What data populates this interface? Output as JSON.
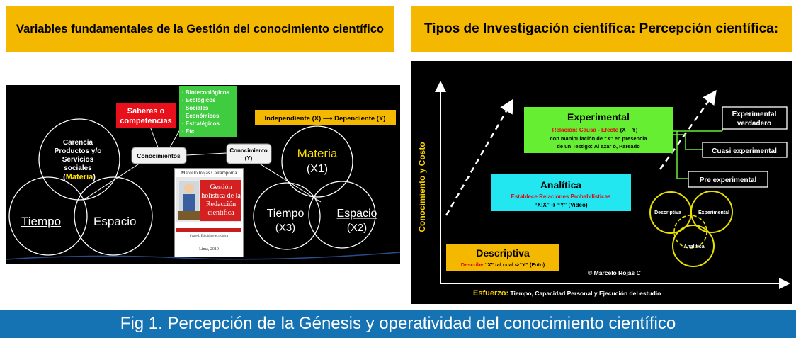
{
  "left_panel": {
    "header": "Variables fundamentales de la Gestión del conocimiento científico",
    "saberes_label": [
      "Saberes o",
      "competencias"
    ],
    "list_items": [
      "· Biotecnológicos",
      "· Ecológicos",
      "· Sociales",
      "· Económicos",
      "· Estratégicos",
      "· Etc."
    ],
    "relation_label": "Independiente (X) ⟶ Dependiente (Y)",
    "conocimientos_label": "Conocimientos",
    "conocimiento_y_label": [
      "Conocimiento",
      "(Y)"
    ],
    "left_circle_top": [
      "Carencia",
      "Productos y/o",
      "Servicios",
      "sociales"
    ],
    "materia_paren": [
      "(",
      "Materia",
      ")"
    ],
    "tiempo_left": "Tiempo",
    "espacio_left": "Espacio",
    "materia_right": [
      "Materia",
      "(X1)"
    ],
    "tiempo_right": [
      "Tiempo",
      "(X3)"
    ],
    "espacio_right": [
      "Espacio",
      "(X2)"
    ],
    "book": {
      "author": "Marcelo Rojas Cairampoma",
      "title": "Gestión holística de la Redacción científica",
      "edition": "8va ed. Edición electrónica",
      "place": "Lima, 2019"
    }
  },
  "right_panel": {
    "header": "Tipos de Investigación científica: Percepción científica:",
    "y_axis_label": "Conocimiento y Costo",
    "x_axis_label_bold": "Esfuerzo:",
    "x_axis_label_rest": " Tiempo, Capacidad Personal y Ejecución del estudio",
    "experimental": {
      "title": "Experimental",
      "relation": "Relación: Causa -  Efecto",
      "relation_suffix": "(X – Y)",
      "line2": "con manipulación de “X” en presencia",
      "line3": "de un Testigo: Al azar ó, Pareado"
    },
    "analitica": {
      "title": "Analítica",
      "sub": "Establece Relaciones Probabilísticas",
      "formula": "“X:X” ➔ “Y” (Video)"
    },
    "descriptiva": {
      "title": "Descriptiva",
      "sub_red": "Describe",
      "sub_rest": " “X” tal cual ➪“Y” (Foto)"
    },
    "exp_verdadero": [
      "Experimental",
      "verdadero"
    ],
    "cuasi": "Cuasi experimental",
    "pre": "Pre experimental",
    "venn": [
      "Descriptiva",
      "Experimental",
      "Analítica"
    ],
    "copyright": "© Marcelo Rojas C"
  },
  "caption": "Fig 1. Percepción de la Génesis y operatividad del conocimiento científico",
  "colors": {
    "header_yellow": "#f5b800",
    "panel_black": "#000000",
    "caption_blue": "#1573b4",
    "green_box": "#66ee33",
    "cyan_box": "#22e6f0",
    "red_box": "#e8101a",
    "venn_yellow": "#e8e000"
  }
}
